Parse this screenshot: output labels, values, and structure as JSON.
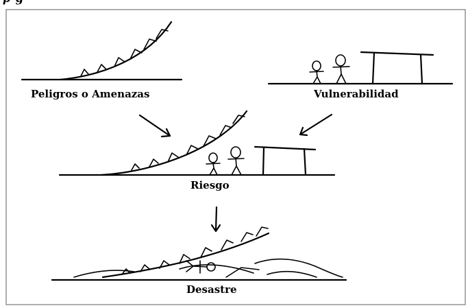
{
  "header_fragment": "p                                g",
  "labels": {
    "hazards": "Peligros o Amenazas",
    "vulnerability": "Vulnerabilidad",
    "risk": "Riesgo",
    "disaster": "Desastre"
  }
}
